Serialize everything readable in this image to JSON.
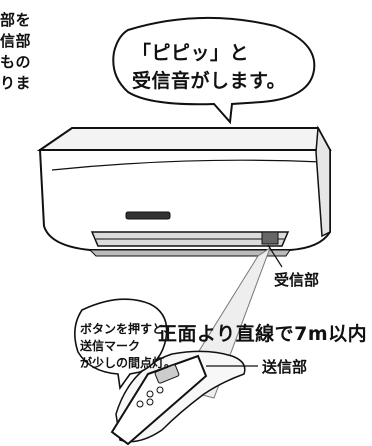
{
  "side_text": [
    "部を",
    "信部",
    "もの",
    "りま"
  ],
  "speech_bubble": {
    "line1": "「ピピッ」と",
    "line2": "受信音がします。"
  },
  "labels": {
    "receiver": "受信部",
    "range": "正面より直線で7m以内",
    "transmitter": "送信部"
  },
  "remote_note": {
    "line1": "ボタンを押すと、",
    "line2": "送信マーク",
    "line3": "が少しの間点灯。"
  }
}
